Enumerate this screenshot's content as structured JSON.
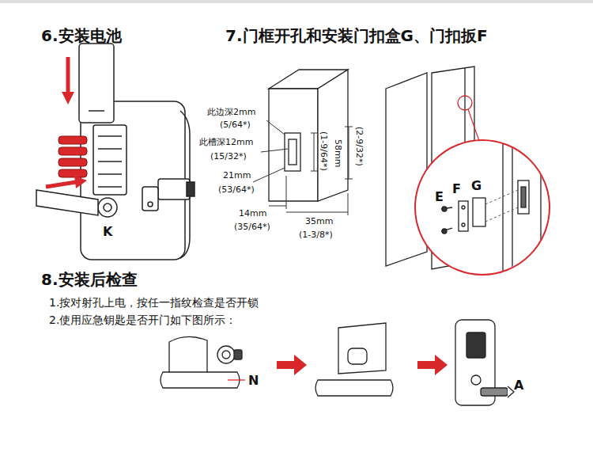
{
  "diagram": {
    "labels": [
      "6.安装电池",
      "7.门框开孔和安装门扣盒G、门扣扳F",
      "此边深2mm",
      "(5/64*)",
      "此槽深12mm",
      "(15/32*)",
      "21mm",
      "(53/64*)",
      "14mm",
      "(35/64*)",
      "35mm",
      "(1-3/8*)",
      "(1-9/64*)",
      "58mm",
      "(2-9/32*)",
      "K",
      "E",
      "F",
      "G",
      "8.安装后检查",
      "1.按对射孔上电，按任一指纹检查是否开锁",
      "2.使用应急钥匙是否开门如下图所示：",
      "N",
      "A"
    ]
  }
}
